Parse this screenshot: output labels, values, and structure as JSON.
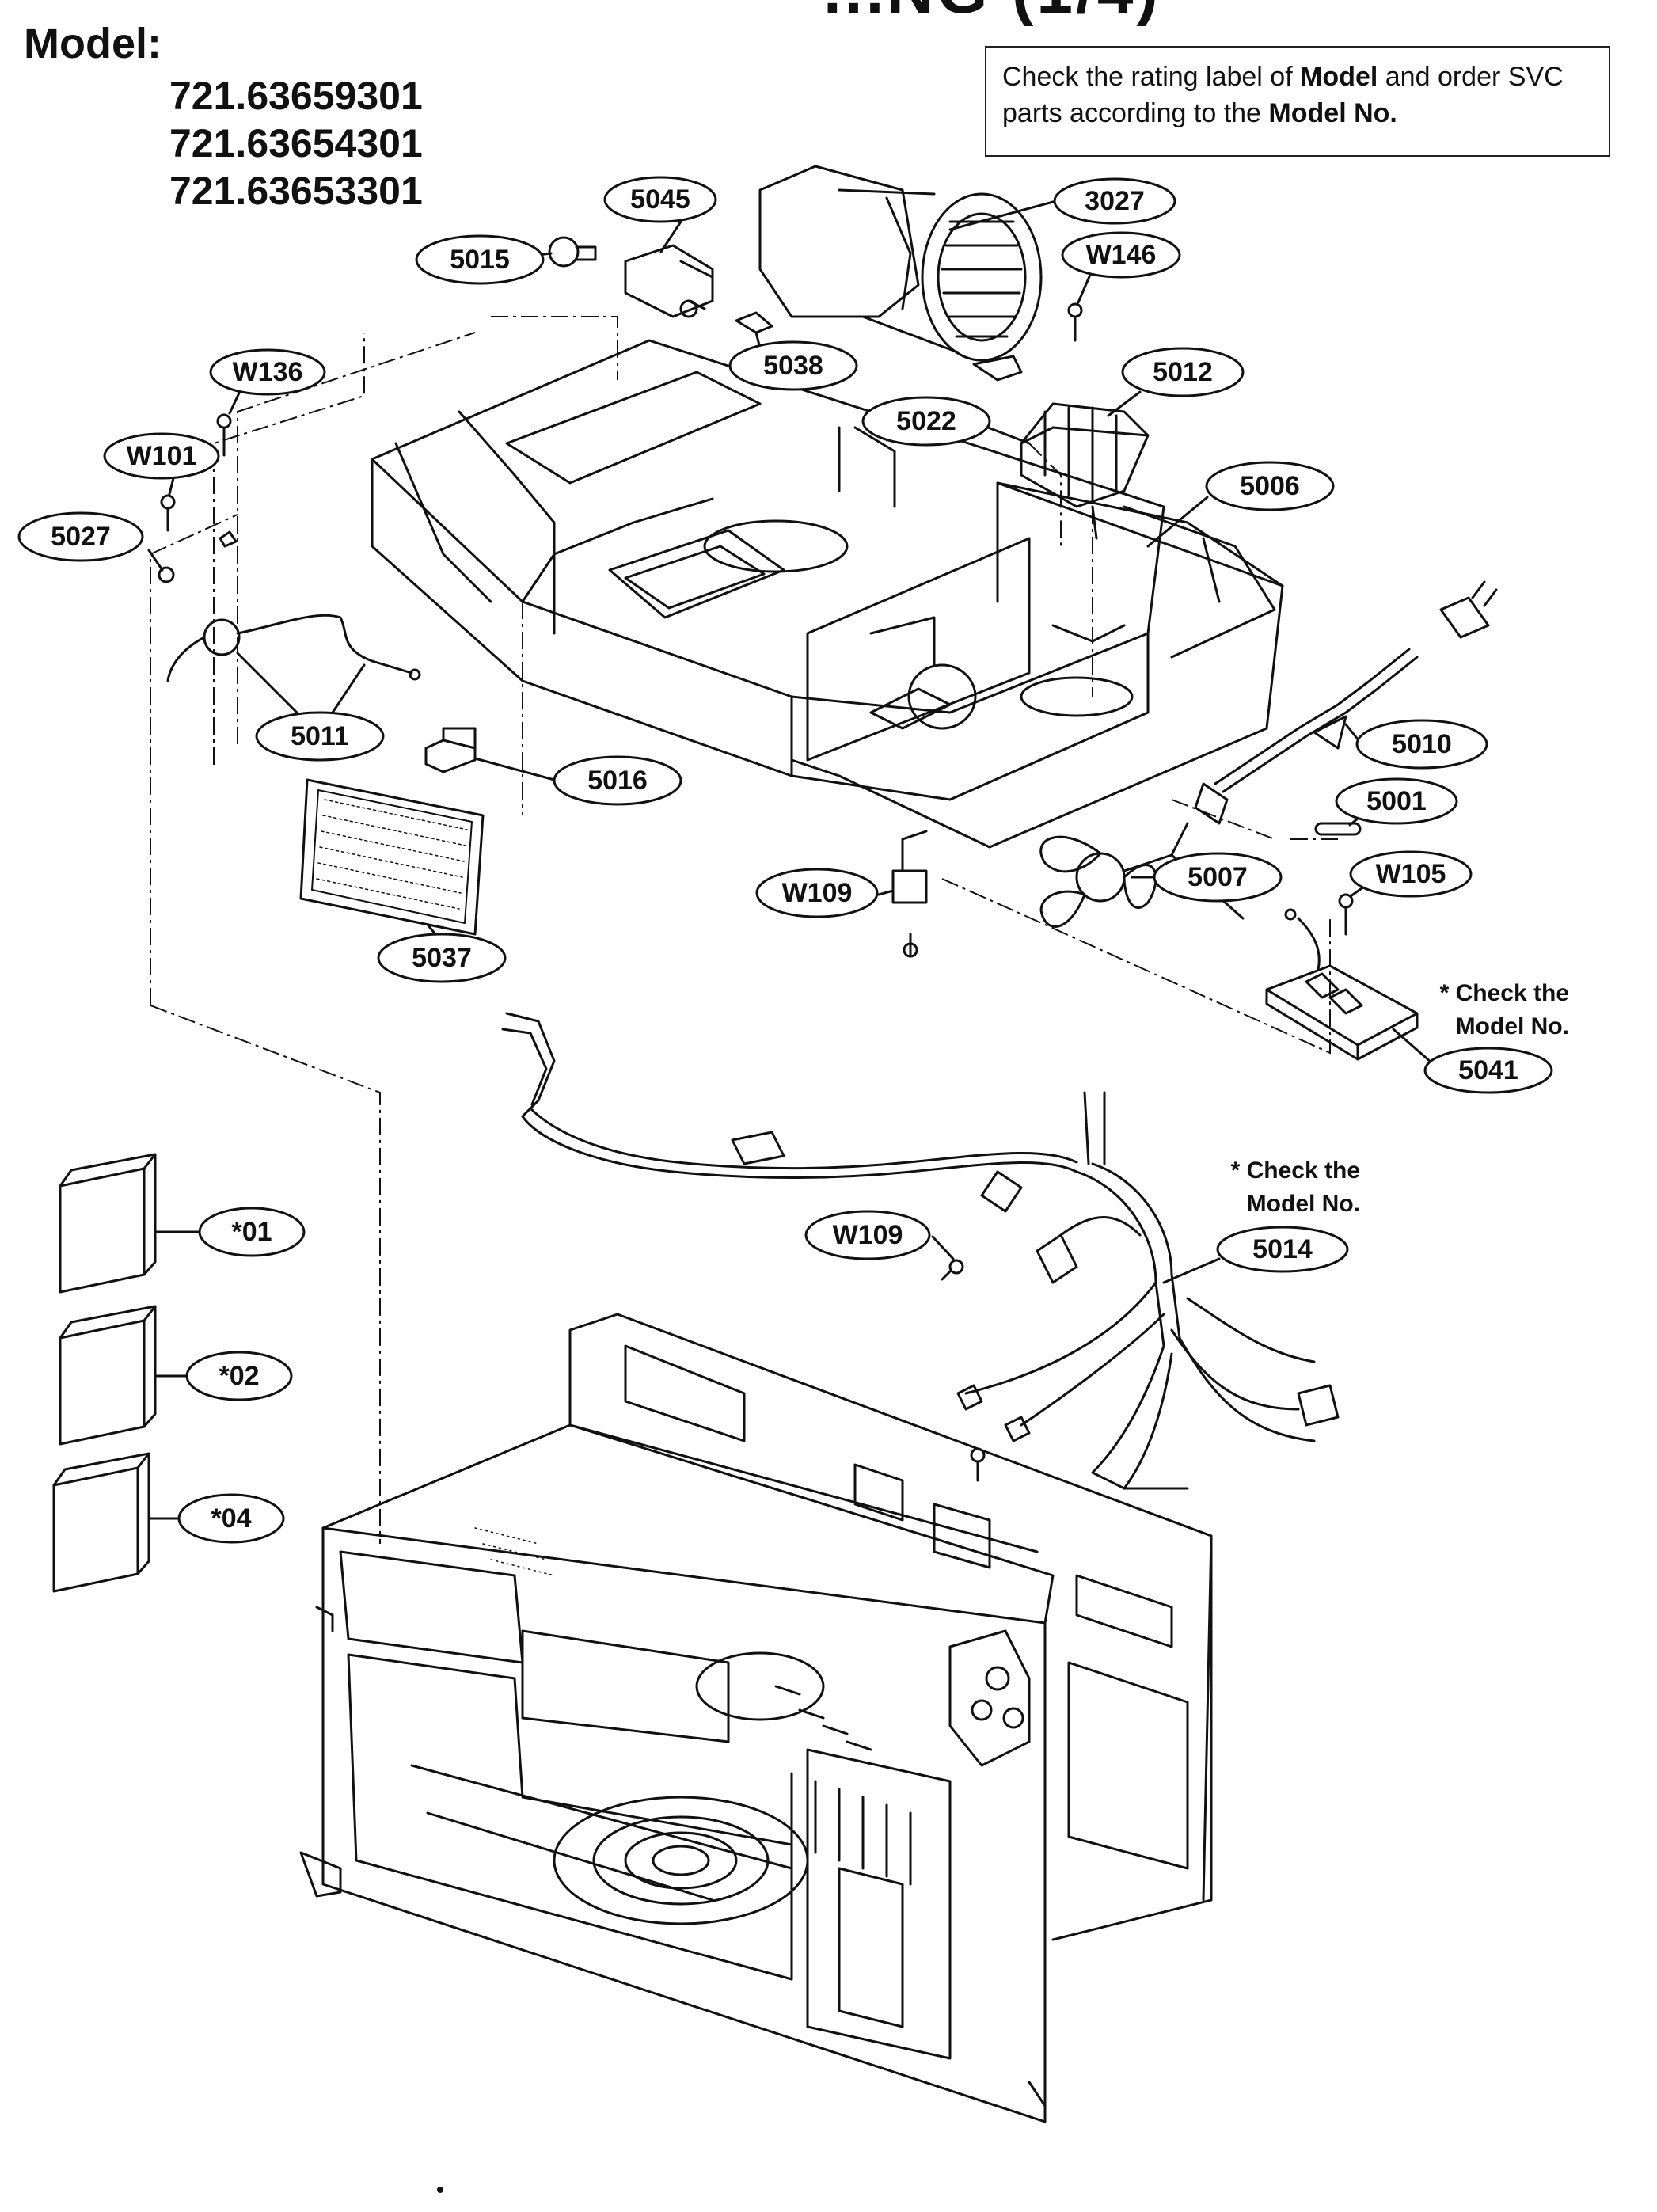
{
  "header": {
    "title_fragment": "...NG (1/4)",
    "model_label": "Model:",
    "model_numbers": [
      "721.63659301",
      "721.63654301",
      "721.63653301"
    ]
  },
  "notice": {
    "prefix": "Check the rating label of ",
    "model_word": "Model",
    "middle": " and order SVC parts according to the ",
    "model_no_word": "Model No."
  },
  "notes": {
    "check_model_no_1": "* Check the Model No.",
    "check_model_no_2": "* Check the Model No."
  },
  "callouts": {
    "c5045": "5045",
    "c3027": "3027",
    "c5015": "5015",
    "cW146": "W146",
    "c5038": "5038",
    "c5012": "5012",
    "cW136": "W136",
    "c5022": "5022",
    "cW101": "W101",
    "c5006": "5006",
    "c5027": "5027",
    "c5011": "5011",
    "c5010": "5010",
    "c5016": "5016",
    "c5001": "5001",
    "cW109a": "W109",
    "c5007": "5007",
    "cW105": "W105",
    "c5037": "5037",
    "c5041": "5041",
    "c5014": "5014",
    "cW109b": "W109",
    "c01": "*01",
    "c02": "*02",
    "c04": "*04"
  }
}
